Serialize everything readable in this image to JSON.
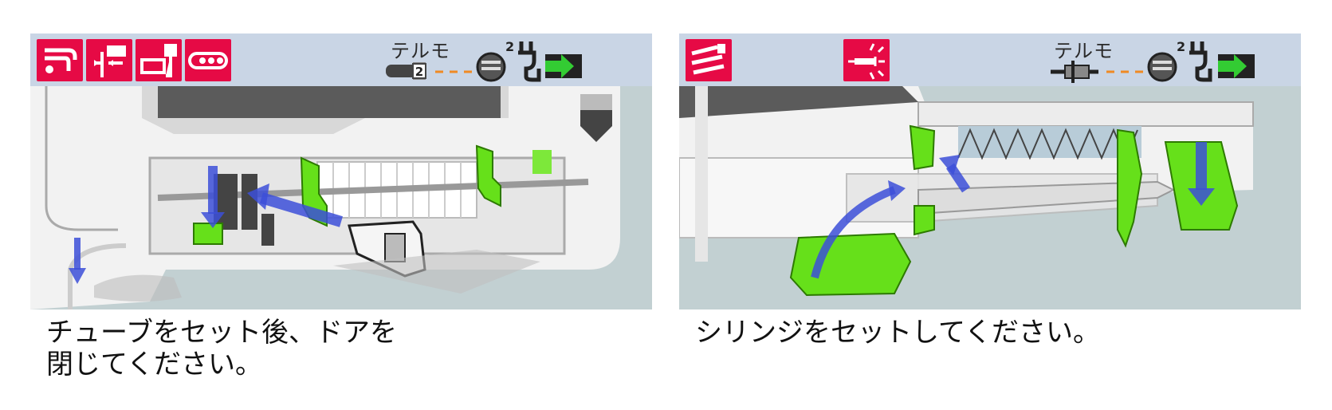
{
  "left_panel": {
    "header": {
      "mode_icons": [
        "iv-set-icon",
        "drip-sensor-icon",
        "pump-drip-icon",
        "tube-clamp-icon"
      ],
      "brand": "テルモ",
      "set_number": "2",
      "power_level": "2"
    },
    "instruction": "チューブをセット後、ドアを\n閉じてください。"
  },
  "right_panel": {
    "header": {
      "mode_icons": [
        "syringe-select-icon",
        "syringe-flash-icon"
      ],
      "brand": "テルモ",
      "power_level": "2"
    },
    "instruction": "シリンジをセットしてください。"
  },
  "colors": {
    "mode_icon_bg": "#e60a45",
    "header_bg": "#c9d5e5",
    "highlight_green": "#66e01a",
    "arrow_blue": "#3c4fd8",
    "battery_arrow": "#33cc33",
    "dash_orange": "#f08a24"
  }
}
